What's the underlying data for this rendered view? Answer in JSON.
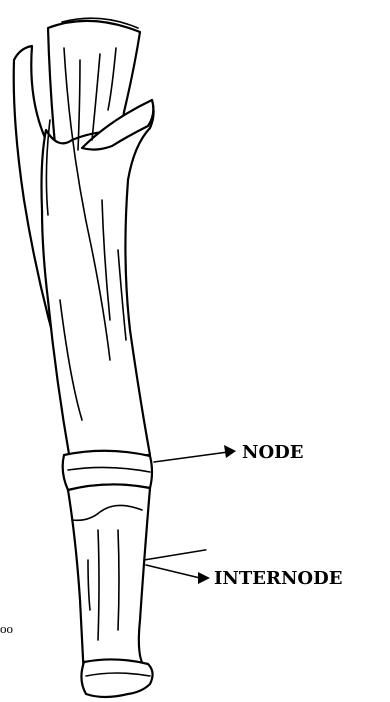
{
  "labels": {
    "node": "NODE",
    "internode": "INTERNODE",
    "corner_fragment": "oo"
  }
}
